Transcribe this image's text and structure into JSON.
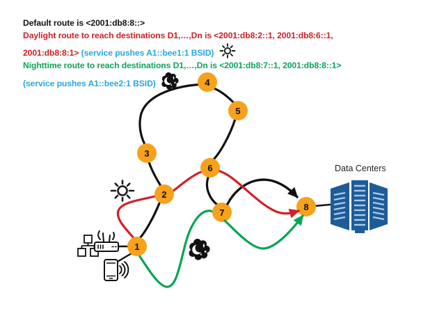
{
  "header": {
    "line1": "Default route is <2001:db8:8::>",
    "line2": "Daylight route to reach destinations D1,…,Dn is <2001:db8:2::1, 2001:db8:6::1,",
    "line3_red": "2001:db8:8:1> ",
    "line3_blue": "(service pushes A1::bee1:1 BSID)",
    "line4": "Nighttime route to reach destinations D1,…,Dn is <2001:db8:7::1, 2001:db8:8::1>",
    "line5_blue": "(service pushes A1::bee2:1 BSID)"
  },
  "nodes": [
    {
      "label": "1"
    },
    {
      "label": "2"
    },
    {
      "label": "3"
    },
    {
      "label": "4"
    },
    {
      "label": "5"
    },
    {
      "label": "6"
    },
    {
      "label": "7"
    },
    {
      "label": "8"
    }
  ],
  "labels": {
    "data_centers": "Data Centers"
  },
  "routes": {
    "default_route_color_name": "black",
    "daylight_route_color_name": "red",
    "nighttime_route_color_name": "green"
  },
  "colors": {
    "daylight_red": "#d02027",
    "nighttime_green": "#00a651",
    "service_blue": "#27a8df",
    "node_orange": "#f7a11c",
    "edge_black": "#111111",
    "datacenter_blue": "#1d5c99",
    "datacenter_slats": "#aecbea"
  },
  "icons": {
    "sun": "sun-icon",
    "moon_cloud": "night-moon-cloud-icon",
    "router": "wireless-router-icon",
    "lan": "lan-network-icon",
    "phone": "smartphone-icon",
    "servers": "data-center-servers-icon"
  }
}
